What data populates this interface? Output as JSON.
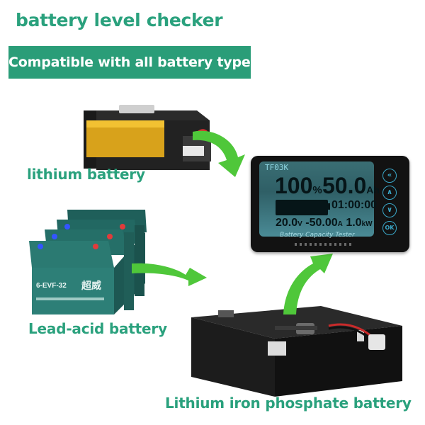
{
  "header": {
    "title": "battery level checker",
    "banner": "Compatible with all battery types"
  },
  "labels": {
    "lithium": "lithium battery",
    "lead_acid": "Lead-acid battery",
    "lifepo4": "Lithium iron phosphate battery"
  },
  "lead_acid_print": {
    "model": "6-EVF-32",
    "brand": "超威"
  },
  "device": {
    "model": "TF03K",
    "percent": "100",
    "percent_unit": "%",
    "capacity": "50.0",
    "capacity_unit": "Ah",
    "time": "01:00:00",
    "voltage": "20.0",
    "voltage_unit": "V",
    "current": "-50.00",
    "current_unit": "A",
    "power": "1.0",
    "power_unit": "kW",
    "caption": "Battery Capacity Tester",
    "buttons": [
      "«",
      "∧",
      "∨",
      "OK"
    ]
  },
  "colors": {
    "brand_green": "#2aa17d",
    "banner_bg": "#2a9d78",
    "arrow_green": "#4fc73a",
    "screen": "#3a6e74"
  }
}
